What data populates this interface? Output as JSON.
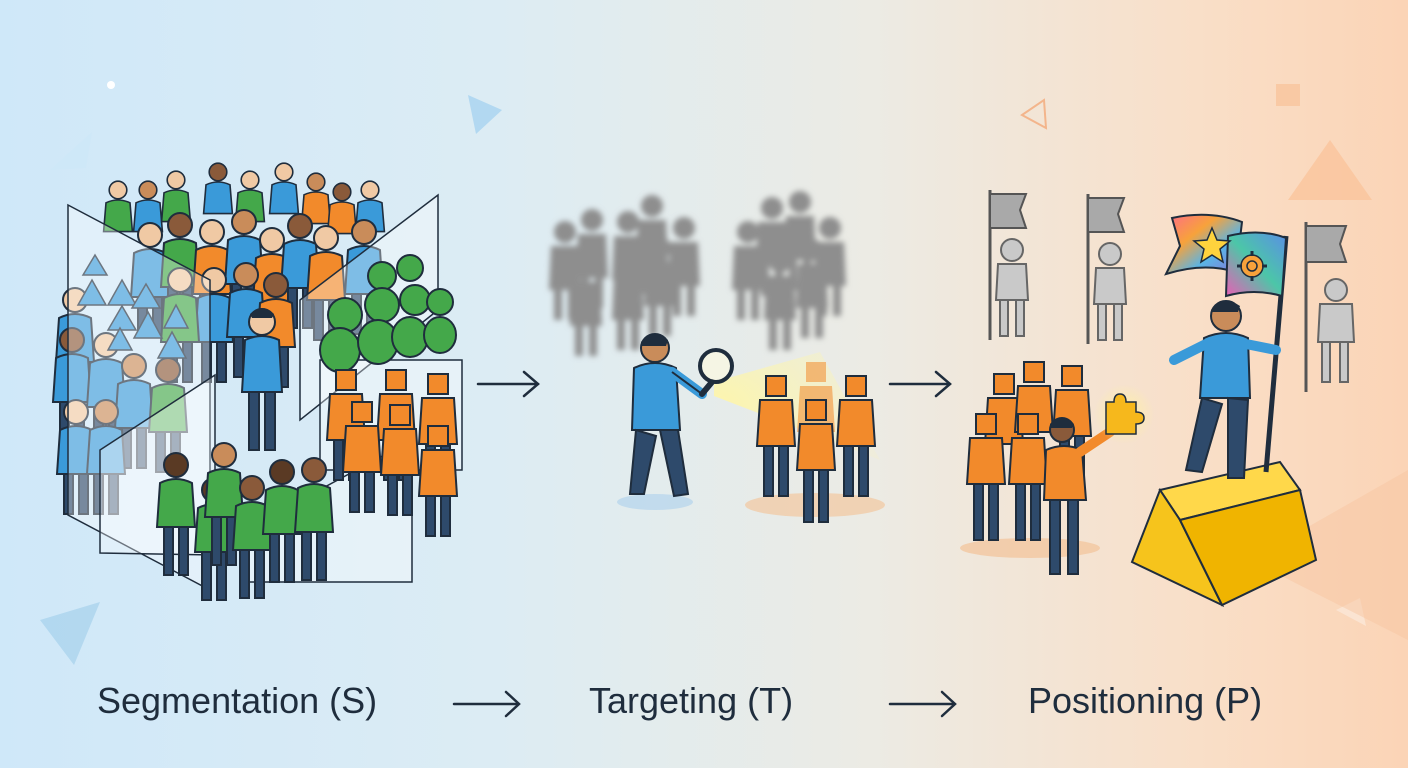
{
  "stages": [
    {
      "key": "segmentation",
      "label": "Segmentation (S)"
    },
    {
      "key": "targeting",
      "label": "Targeting (T)"
    },
    {
      "key": "positioning",
      "label": "Positioning (P)"
    }
  ],
  "colors": {
    "blue_person": "#3a9ad9",
    "green_person": "#44a84a",
    "orange_person": "#f28a2b",
    "gray_person": "#a9a9a9",
    "outline": "#1f2d3d",
    "podium": "#f6c41c",
    "background_left": "#cfe8f9",
    "background_right": "#fbd4b6"
  },
  "icons": [
    "magnifying-glass-icon",
    "flag-icon",
    "puzzle-piece-icon",
    "star-icon",
    "gear-icon",
    "arrow-right-icon",
    "podium-icon"
  ]
}
